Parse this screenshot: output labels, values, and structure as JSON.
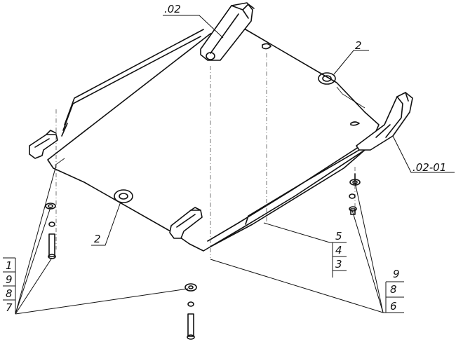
{
  "labels": {
    "part_02": ".02",
    "part_02_01": ".02-01",
    "item_2_top": "2",
    "item_2_bottom": "2",
    "stack_left": [
      "1",
      "9",
      "8",
      "7"
    ],
    "stack_mid": [
      "5",
      "4",
      "3"
    ],
    "stack_right": [
      "9",
      "8",
      "6"
    ]
  }
}
